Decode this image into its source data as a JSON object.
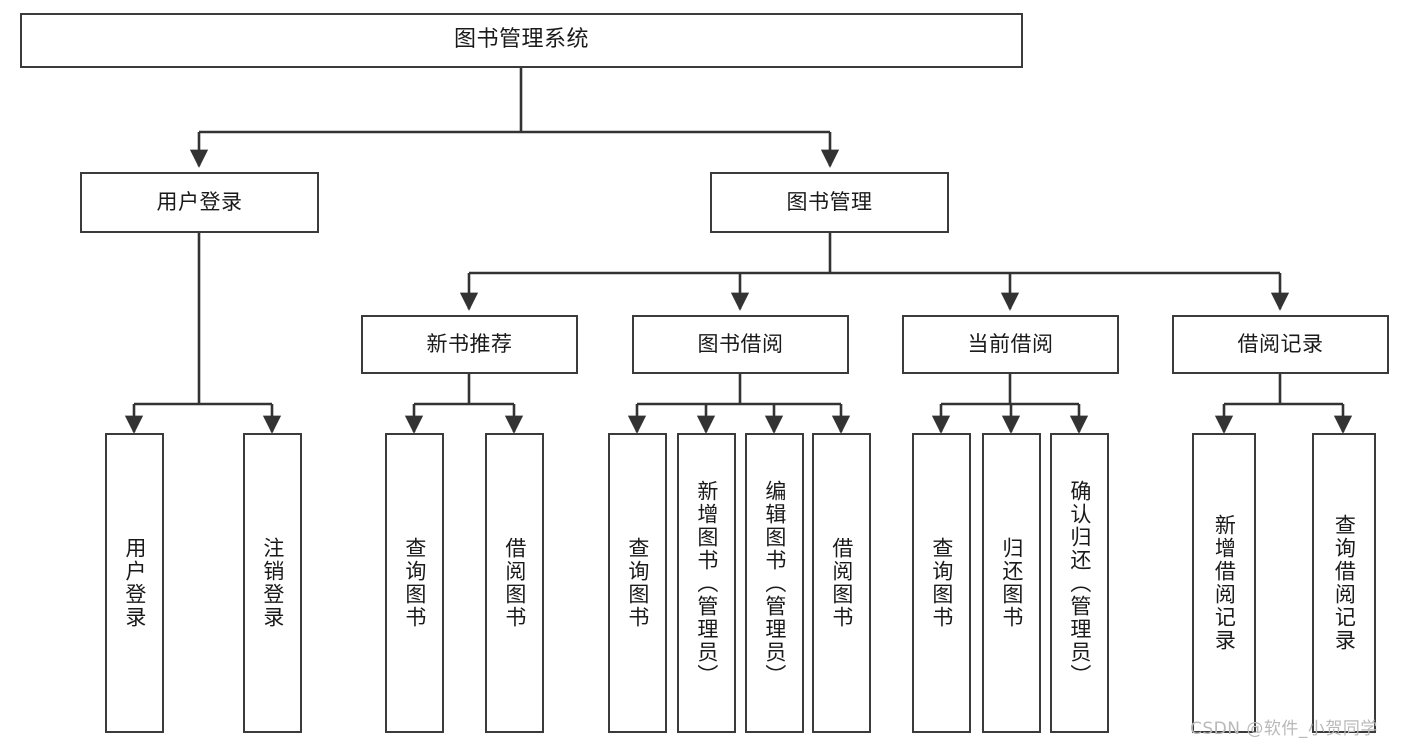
{
  "diagram": {
    "type": "tree",
    "title": "图书管理系统",
    "orientation": "top-down",
    "colors": {
      "box_border": "#3b3b3b",
      "box_fill": "#ffffff",
      "connector": "#333333",
      "text": "#1a1a1a",
      "watermark": "#b9b9b9",
      "background": "#ffffff"
    },
    "levels": 4
  },
  "nodes": {
    "root": {
      "label": "图书管理系统"
    },
    "level2": [
      {
        "id": "user-login",
        "label": "用户登录"
      },
      {
        "id": "book-manage",
        "label": "图书管理"
      }
    ],
    "level3": [
      {
        "id": "new-book-rec",
        "label": "新书推荐"
      },
      {
        "id": "book-borrow",
        "label": "图书借阅"
      },
      {
        "id": "current-borrow",
        "label": "当前借阅"
      },
      {
        "id": "borrow-record",
        "label": "借阅记录"
      }
    ],
    "leaves": {
      "user_login": [
        {
          "id": "leaf-user-login",
          "label": "用户登录"
        },
        {
          "id": "leaf-logout-login",
          "label": "注销登录"
        }
      ],
      "new_book_rec": [
        {
          "id": "leaf-query-book-1",
          "label": "查询图书"
        },
        {
          "id": "leaf-borrow-book-1",
          "label": "借阅图书"
        }
      ],
      "book_borrow": [
        {
          "id": "leaf-query-book-2",
          "label": "查询图书"
        },
        {
          "id": "leaf-add-book",
          "label": "新增图书（管理员）"
        },
        {
          "id": "leaf-edit-book",
          "label": "编辑图书（管理员）"
        },
        {
          "id": "leaf-borrow-book-2",
          "label": "借阅图书"
        }
      ],
      "current_borrow": [
        {
          "id": "leaf-query-book-3",
          "label": "查询图书"
        },
        {
          "id": "leaf-return-book",
          "label": "归还图书"
        },
        {
          "id": "leaf-confirm-return",
          "label": "确认归还（管理员）"
        }
      ],
      "borrow_record": [
        {
          "id": "leaf-add-record",
          "label": "新增借阅记录"
        },
        {
          "id": "leaf-query-record",
          "label": "查询借阅记录"
        }
      ]
    }
  },
  "watermark": {
    "text": "CSDN @软件_小贺同学"
  }
}
